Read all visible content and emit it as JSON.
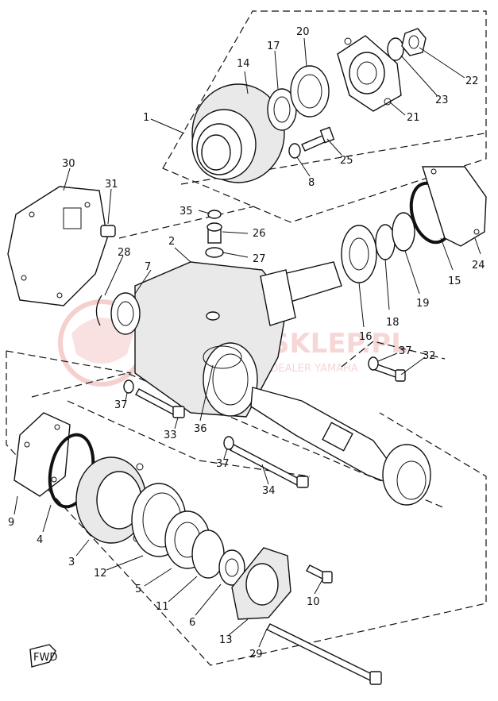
{
  "watermark": {
    "brand": "MOTOSKLEP.PL",
    "tagline": "MOTOCYKLOWY | DEALER YAMAHA"
  },
  "direction_label": "FWD",
  "callouts": [
    "1",
    "14",
    "17",
    "20",
    "22",
    "23",
    "21",
    "25",
    "8",
    "30",
    "31",
    "35",
    "26",
    "27",
    "2",
    "28",
    "7",
    "16",
    "18",
    "19",
    "15",
    "24",
    "37",
    "32",
    "37",
    "33",
    "36",
    "37",
    "34",
    "9",
    "4",
    "3",
    "12",
    "5",
    "11",
    "6",
    "10",
    "13",
    "29"
  ]
}
